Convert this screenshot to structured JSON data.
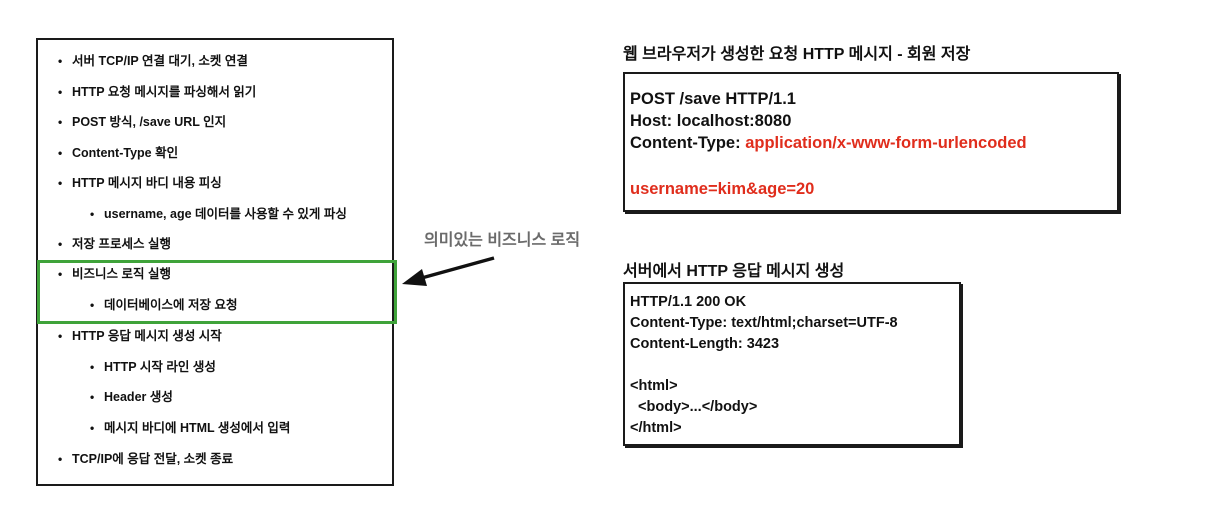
{
  "server_steps": [
    {
      "text": "서버 TCP/IP 연결 대기, 소켓 연결",
      "level": 1
    },
    {
      "text": "HTTP 요청 메시지를 파싱해서 읽기",
      "level": 1
    },
    {
      "text": "POST 방식, /save URL 인지",
      "level": 1
    },
    {
      "text": "Content-Type 확인",
      "level": 1
    },
    {
      "text": "HTTP 메시지 바디 내용 피싱",
      "level": 1
    },
    {
      "text": "username, age 데이터를 사용할 수 있게 파싱",
      "level": 2
    },
    {
      "text": "저장 프로세스 실행",
      "level": 1
    },
    {
      "text": "비즈니스 로직 실행",
      "level": 1
    },
    {
      "text": "데이터베이스에 저장 요청",
      "level": 2
    },
    {
      "text": "HTTP 응답 메시지 생성 시작",
      "level": 1
    },
    {
      "text": "HTTP 시작 라인 생성",
      "level": 2
    },
    {
      "text": "Header 생성",
      "level": 2
    },
    {
      "text": "메시지 바디에 HTML 생성에서 입력",
      "level": 2
    },
    {
      "text": "TCP/IP에 응답 전달, 소켓 종료",
      "level": 1
    }
  ],
  "annotation": {
    "label": "의미있는 비즈니스 로직",
    "highlight_color": "#3fa33a"
  },
  "request": {
    "title": "웹 브라우저가 생성한 요청 HTTP 메시지 - 회원 저장",
    "start_line": "POST /save HTTP/1.1",
    "host": "Host: localhost:8080",
    "content_type_key": "Content-Type: ",
    "content_type_value": "application/x-www-form-urlencoded",
    "body": "username=kim&age=20",
    "accent_color": "#e02d1c"
  },
  "response": {
    "title": "서버에서 HTTP 응답 메시지 생성",
    "lines": [
      "HTTP/1.1 200 OK",
      "Content-Type: text/html;charset=UTF-8",
      "Content-Length: 3423",
      "",
      "<html>",
      "  <body>...</body>",
      "</html>"
    ]
  }
}
